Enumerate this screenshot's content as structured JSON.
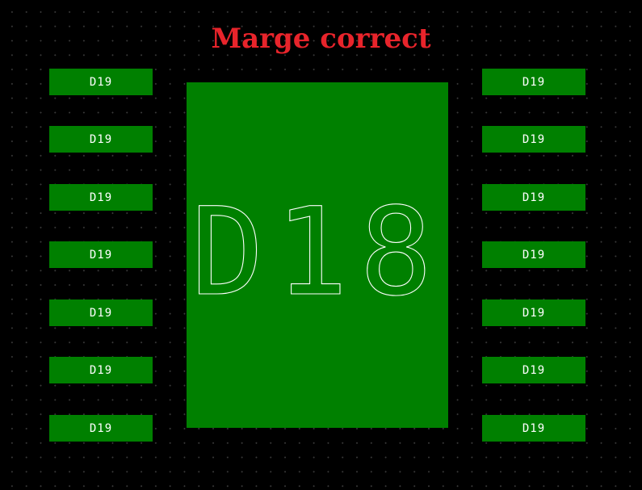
{
  "title": "Marge correct",
  "colors": {
    "background": "#000000",
    "grid_dot": "#3a3a3a",
    "pad_fill": "#008000",
    "label": "#ffffff",
    "title": "#e8242b"
  },
  "main_pad": {
    "label": "D18"
  },
  "left_pads": [
    {
      "label": "D19"
    },
    {
      "label": "D19"
    },
    {
      "label": "D19"
    },
    {
      "label": "D19"
    },
    {
      "label": "D19"
    },
    {
      "label": "D19"
    },
    {
      "label": "D19"
    }
  ],
  "right_pads": [
    {
      "label": "D19"
    },
    {
      "label": "D19"
    },
    {
      "label": "D19"
    },
    {
      "label": "D19"
    },
    {
      "label": "D19"
    },
    {
      "label": "D19"
    },
    {
      "label": "D19"
    }
  ]
}
